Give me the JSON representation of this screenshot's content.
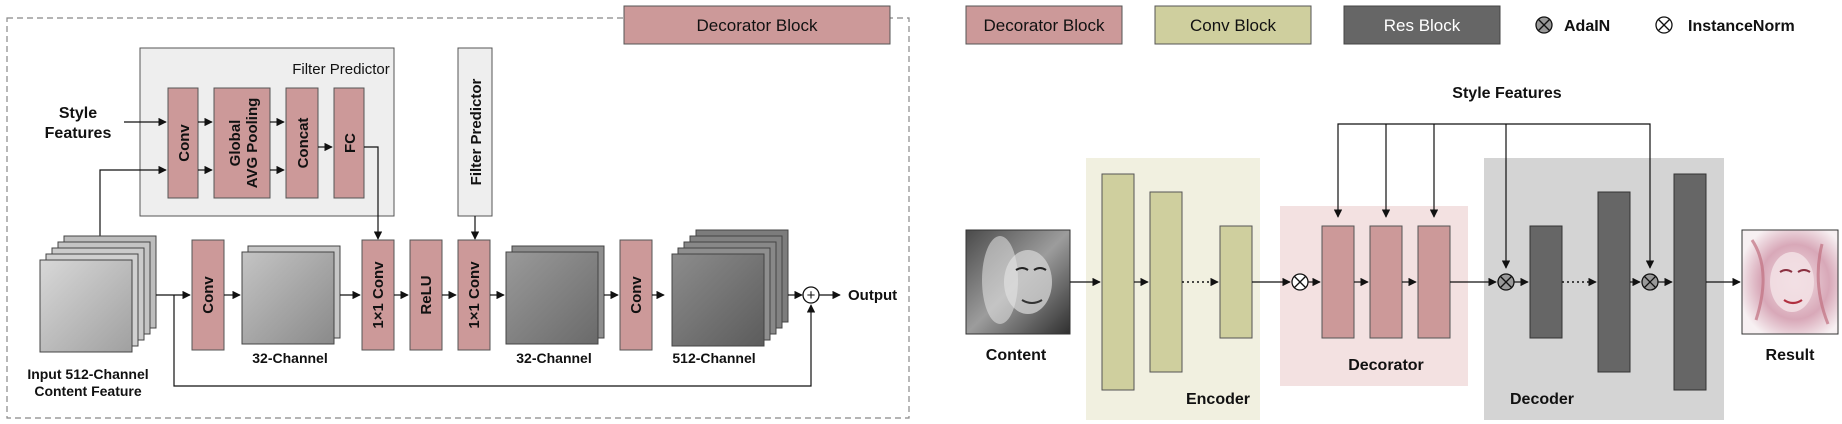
{
  "legend": {
    "decorator_block": "Decorator Block",
    "conv_block": "Conv Block",
    "res_block": "Res Block",
    "adain": "AdaIN",
    "instancenorm": "InstanceNorm"
  },
  "left": {
    "inset_title": "Decorator Block",
    "filter_predictor_title": "Filter Predictor",
    "style_features": [
      "Style",
      "Features"
    ],
    "fp_blocks": {
      "conv": "Conv",
      "pool": [
        "Global",
        "AVG Pooling"
      ],
      "concat": "Concat",
      "fc": "FC"
    },
    "filter_predictor_vertical": "Filter Predictor",
    "main_blocks": {
      "conv1": "Conv",
      "conv1x1_a": "1×1 Conv",
      "relu": "ReLU",
      "conv1x1_b": "1×1 Conv",
      "conv2": "Conv"
    },
    "labels": {
      "input": [
        "Input 512-Channel",
        "Content Feature"
      ],
      "ch32_a": "32-Channel",
      "ch32_b": "32-Channel",
      "ch512": "512-Channel",
      "output": "Output",
      "plus": "+"
    }
  },
  "right": {
    "style_features": "Style Features",
    "content": "Content",
    "result": "Result",
    "encoder": "Encoder",
    "decorator": "Decorator",
    "decoder": "Decoder"
  },
  "colors": {
    "decorator": "#cc9999",
    "conv": "#cfcf9e",
    "res": "#666666",
    "encoder_bg": "#f1f0e0",
    "decorator_bg": "#f3e1e1",
    "decoder_bg": "#d4d4d4",
    "fp_bg": "#eeeeee"
  }
}
